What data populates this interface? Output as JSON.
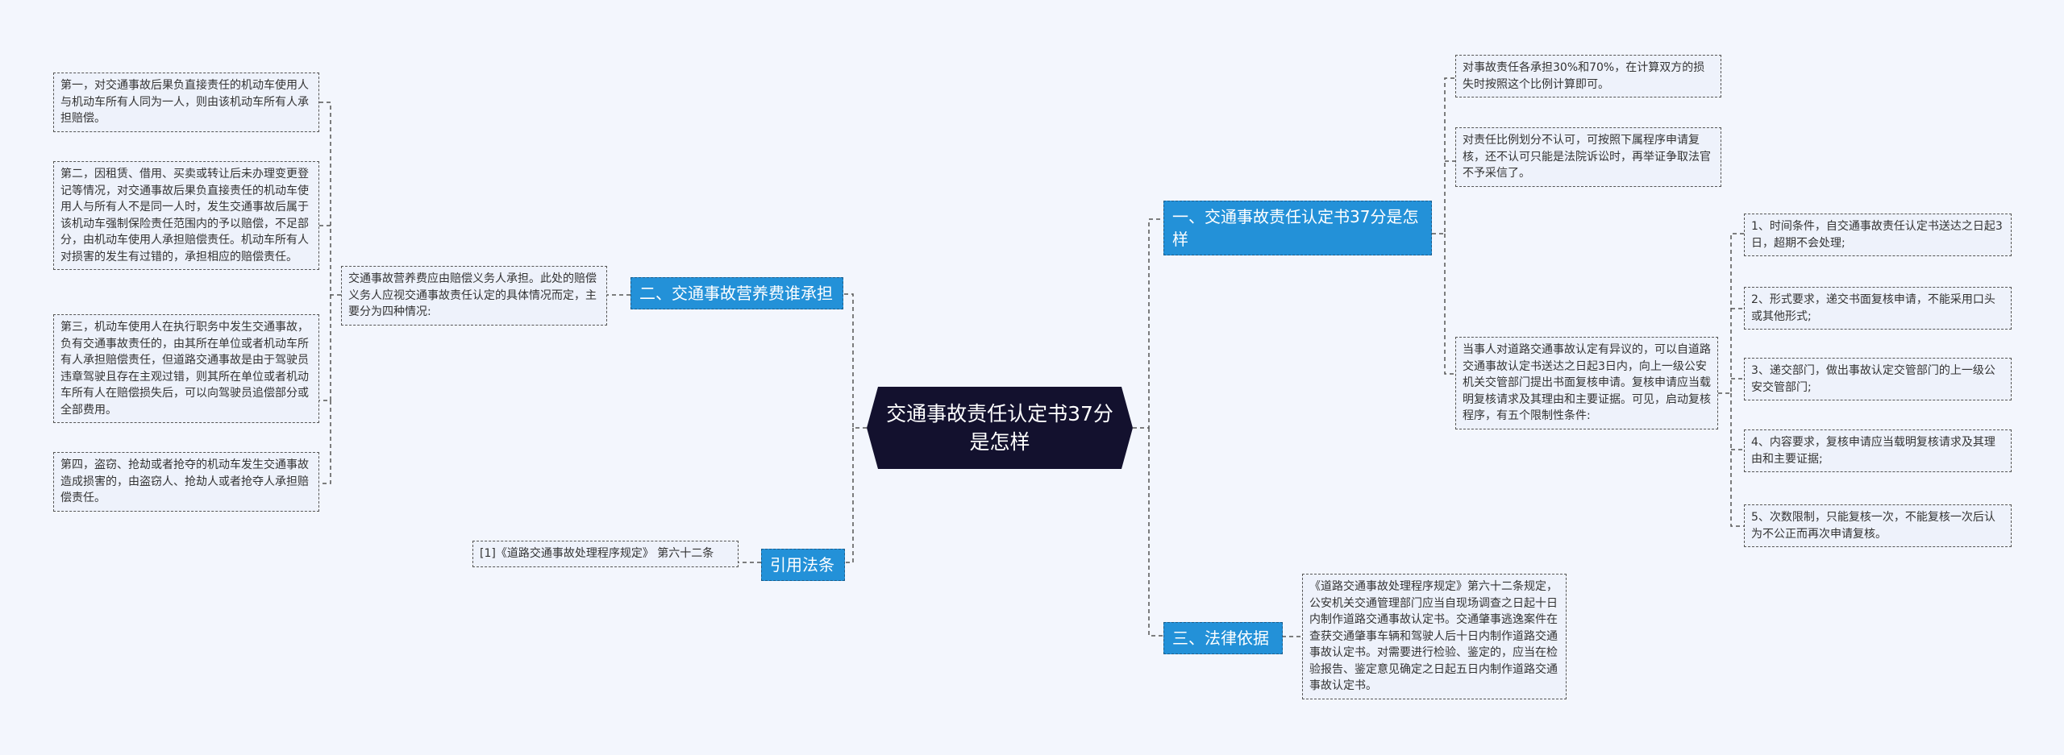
{
  "root": {
    "title": "交通事故责任认定书37分是怎样"
  },
  "branches": {
    "b1": "一、交通事故责任认定书37分是怎样",
    "b2": "二、交通事故营养费谁承担",
    "b3": "三、法律依据",
    "b4": "引用法条"
  },
  "leaves": {
    "r1": "对事故责任各承担30%和70%，在计算双方的损失时按照这个比例计算即可。",
    "r2": "对责任比例划分不认可，可按照下属程序申请复核，还不认可只能是法院诉讼时，再举证争取法官不予采信了。",
    "r3": "当事人对道路交通事故认定有异议的，可以自道路交通事故认定书送达之日起3日内，向上一级公安机关交管部门提出书面复核申请。复核申请应当载明复核请求及其理由和主要证据。可见，启动复核程序，有五个限制性条件:",
    "c1": "1、时间条件，自交通事故责任认定书送达之日起3日，超期不会处理;",
    "c2": "2、形式要求，递交书面复核申请，不能采用口头或其他形式;",
    "c3": "3、递交部门，做出事故认定交管部门的上一级公安交管部门;",
    "c4": "4、内容要求，复核申请应当载明复核请求及其理由和主要证据;",
    "c5": "5、次数限制，只能复核一次，不能复核一次后认为不公正而再次申请复核。",
    "law": "《道路交通事故处理程序规定》第六十二条规定，公安机关交通管理部门应当自现场调查之日起十日内制作道路交通事故认定书。交通肇事逃逸案件在查获交通肇事车辆和驾驶人后十日内制作道路交通事故认定书。对需要进行检验、鉴定的，应当在检验报告、鉴定意见确定之日起五日内制作道路交通事故认定书。",
    "mid": "交通事故营养费应由赔偿义务人承担。此处的赔偿义务人应视交通事故责任认定的具体情况而定，主要分为四种情况:",
    "l1": "第一，对交通事故后果负直接责任的机动车使用人与机动车所有人同为一人，则由该机动车所有人承担赔偿。",
    "l2": "第二，因租赁、借用、买卖或转让后未办理变更登记等情况，对交通事故后果负直接责任的机动车使用人与所有人不是同一人时，发生交通事故后属于该机动车强制保险责任范围内的予以赔偿，不足部分，由机动车使用人承担赔偿责任。机动车所有人对损害的发生有过错的，承担相应的赔偿责任。",
    "l3": "第三，机动车使用人在执行职务中发生交通事故，负有交通事故责任的，由其所在单位或者机动车所有人承担赔偿责任，但道路交通事故是由于驾驶员违章驾驶且存在主观过错，则其所在单位或者机动车所有人在赔偿损失后，可以向驾驶员追偿部分或全部费用。",
    "l4": "第四，盗窃、抢劫或者抢夺的机动车发生交通事故造成损害的，由盗窃人、抢劫人或者抢夺人承担赔偿责任。",
    "ref": "[1]《道路交通事故处理程序规定》 第六十二条"
  }
}
